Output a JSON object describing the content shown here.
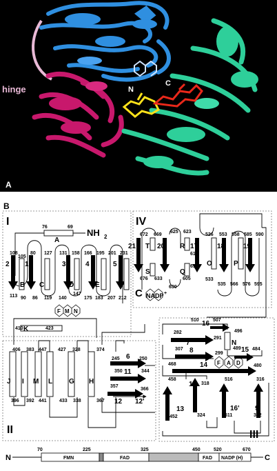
{
  "panel_a": {
    "letter": "A",
    "labels": {
      "hinge": "hinge",
      "n": "N",
      "c": "C"
    },
    "colors": {
      "background": "#000000",
      "fmn_domain": "#2f8fe0",
      "fad_domain": "#c8186c",
      "nadp_domain": "#2ecf9a",
      "fmn_ligand": "#cfe4ff",
      "fad_ligand": "#ffe21a",
      "nadp_ligand": "#e8281a",
      "hinge": "#e9b9d6"
    }
  },
  "panel_b": {
    "letter": "B",
    "domains": {
      "I": "I",
      "II": "II",
      "III": "III",
      "IV": "IV",
      "C": "C"
    },
    "n_term": "NH",
    "n_term_sub": "2",
    "cofactors": {
      "fmn": [
        "F",
        "M",
        "N"
      ],
      "fad": [
        "F",
        "A",
        "D"
      ],
      "nadp": "NADP",
      "nadp_sup": "+"
    },
    "elements": {
      "A": "A",
      "B": "B",
      "C": "C",
      "D": "D",
      "E": "E",
      "F": "F",
      "G": "G",
      "H": "H",
      "I": "I",
      "J": "J",
      "K": "K",
      "L": "L",
      "M": "M",
      "N": "N",
      "O": "O",
      "P": "P",
      "Q": "Q",
      "R": "R",
      "S": "S",
      "T": "T",
      "s1": "1",
      "s2": "2",
      "s3": "3",
      "s4": "4",
      "s5": "5",
      "s6": "6",
      "s7": "7",
      "s8": "8",
      "s9": "9",
      "s10": "10",
      "s11": "11",
      "s12": "12",
      "s12p": "12'",
      "s13": "13",
      "s14": "14",
      "s15": "15",
      "s16": "16",
      "s16p": "16'",
      "s17": "17",
      "s18": "18",
      "s19": "19",
      "s20": "20",
      "s21": "21"
    },
    "residues": [
      "76",
      "69",
      "108",
      "105",
      "80",
      "127",
      "131",
      "158",
      "166",
      "195",
      "201",
      "231",
      "113",
      "90",
      "86",
      "119",
      "140",
      "147",
      "175",
      "183",
      "207",
      "212",
      "410",
      "423",
      "406",
      "383",
      "447",
      "427",
      "328",
      "374",
      "396",
      "392",
      "441",
      "433",
      "338",
      "367",
      "245",
      "250",
      "350",
      "344",
      "357",
      "366",
      "672",
      "669",
      "625",
      "623",
      "526",
      "553",
      "558",
      "585",
      "590",
      "614",
      "613",
      "676",
      "633",
      "630",
      "605",
      "533",
      "535",
      "566",
      "576",
      "595",
      "510",
      "507",
      "496",
      "489",
      "282",
      "291",
      "484",
      "307",
      "299",
      "480",
      "468",
      "458",
      "516",
      "316",
      "318",
      "324",
      "452",
      "511",
      "312"
    ]
  },
  "domain_bar": {
    "n_label": "N",
    "c_label": "C",
    "ticks": [
      "70",
      "225",
      "325",
      "450",
      "520",
      "670"
    ],
    "segments": [
      "FMN",
      "FAD",
      "FAD",
      "NADP (H)"
    ]
  }
}
